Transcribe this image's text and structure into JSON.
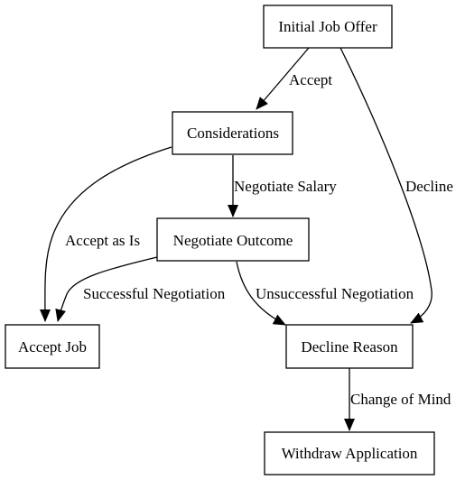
{
  "nodes": {
    "initial_offer": "Initial Job Offer",
    "considerations": "Considerations",
    "negotiate_outcome": "Negotiate Outcome",
    "accept_job": "Accept Job",
    "decline_reason": "Decline Reason",
    "withdraw_application": "Withdraw Application"
  },
  "edges": {
    "accept": "Accept",
    "decline": "Decline",
    "negotiate_salary": "Negotiate Salary",
    "accept_as_is": "Accept as Is",
    "successful_negotiation": "Successful Negotiation",
    "unsuccessful_negotiation": "Unsuccessful Negotiation",
    "change_of_mind": "Change of Mind"
  },
  "colors": {
    "stroke": "#000000",
    "background": "#ffffff"
  }
}
